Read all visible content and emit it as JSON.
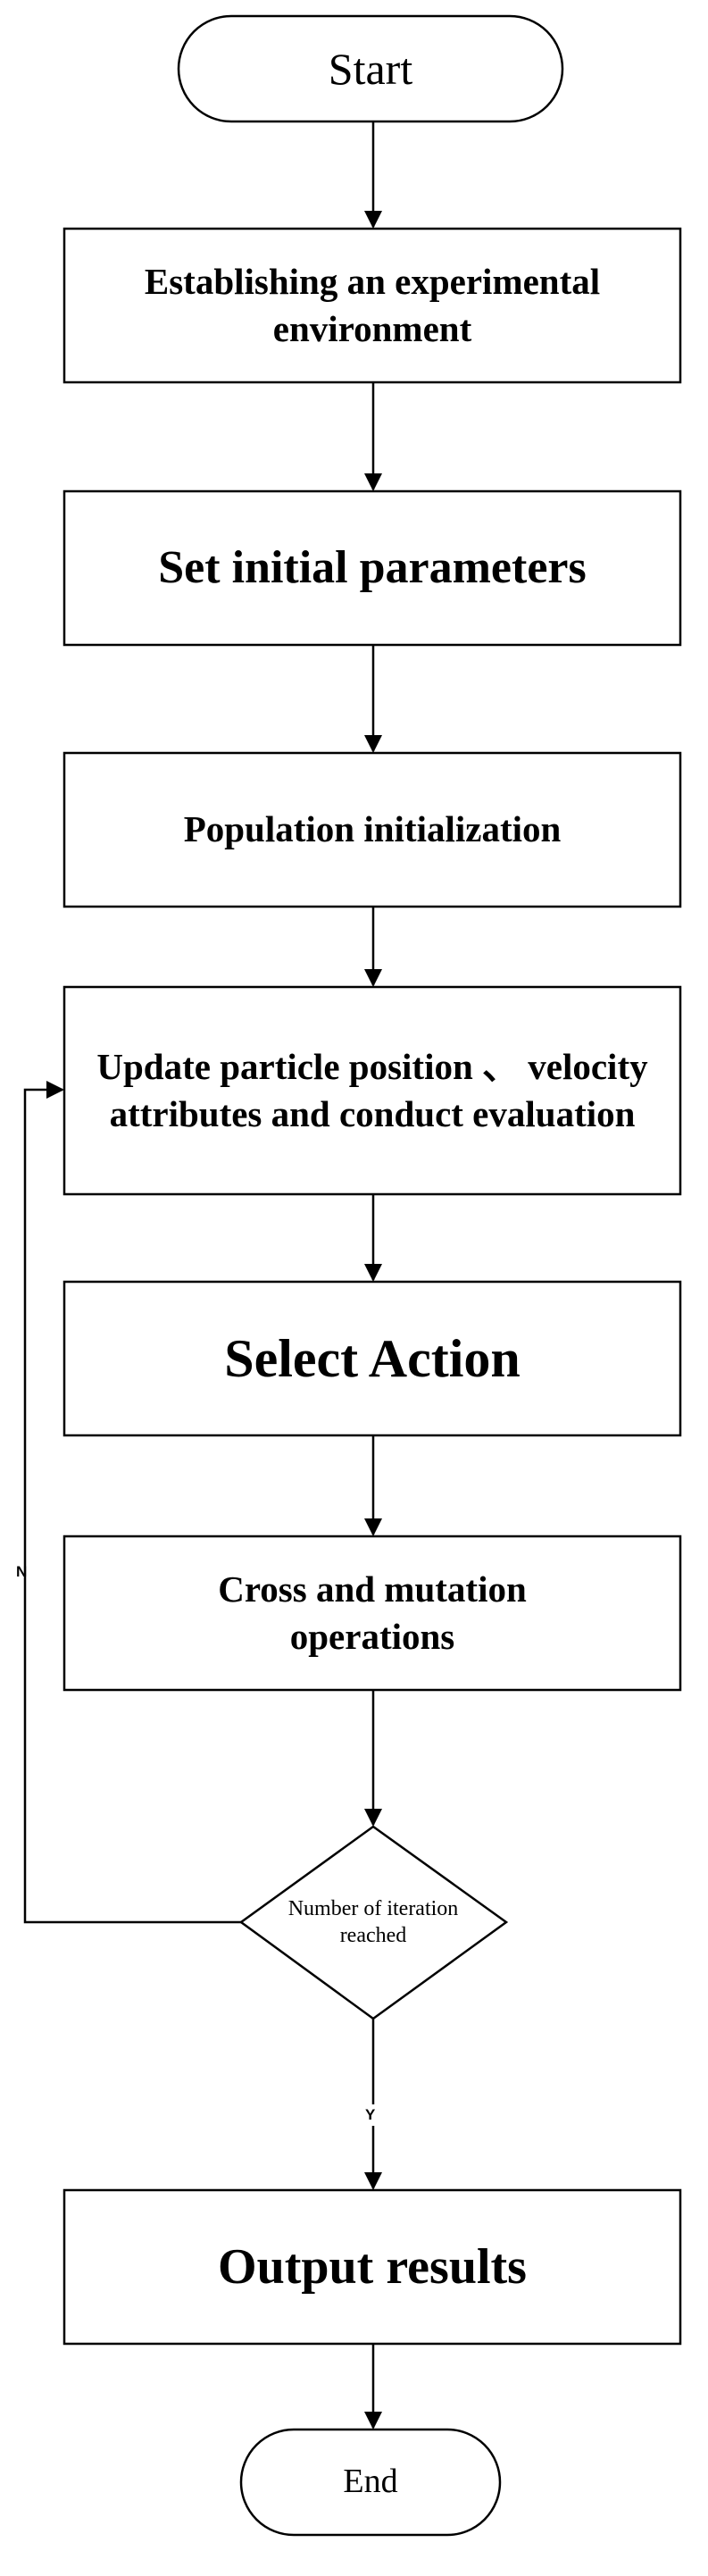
{
  "diagram": {
    "nodes": {
      "start": "Start",
      "establish": "Establishing an experimental environment",
      "set_params": "Set initial parameters",
      "population": "Population initialization",
      "update": "Update particle position 、 velocity attributes and conduct evaluation",
      "select": "Select Action",
      "cross": "Cross and mutation operations",
      "decision": "Number of iteration reached",
      "output": "Output results",
      "end": "End"
    },
    "edge_labels": {
      "no": "N",
      "yes": "Y"
    }
  }
}
